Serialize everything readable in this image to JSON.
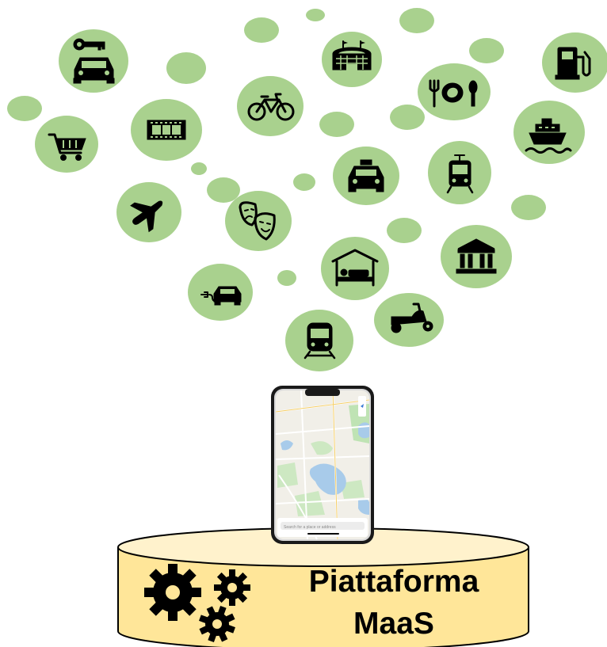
{
  "platform": {
    "line1": "Piattaforma",
    "line2": "MaaS",
    "fill_color": "#ffe699",
    "top_color": "#fff2cc",
    "outline_color": "#000000"
  },
  "bubble_color": "#a9d18e",
  "phone": {
    "search_placeholder": "Search for a place or address",
    "content": "map"
  },
  "service_icons": [
    "car-rental-icon",
    "stadium-icon",
    "fuel-pump-icon",
    "restaurant-icon",
    "bicycle-icon",
    "film-strip-icon",
    "shopping-cart-icon",
    "ferry-icon",
    "taxi-icon",
    "tram-icon",
    "airplane-icon",
    "theater-masks-icon",
    "museum-icon",
    "hotel-icon",
    "electric-car-icon",
    "scooter-icon",
    "train-icon"
  ]
}
